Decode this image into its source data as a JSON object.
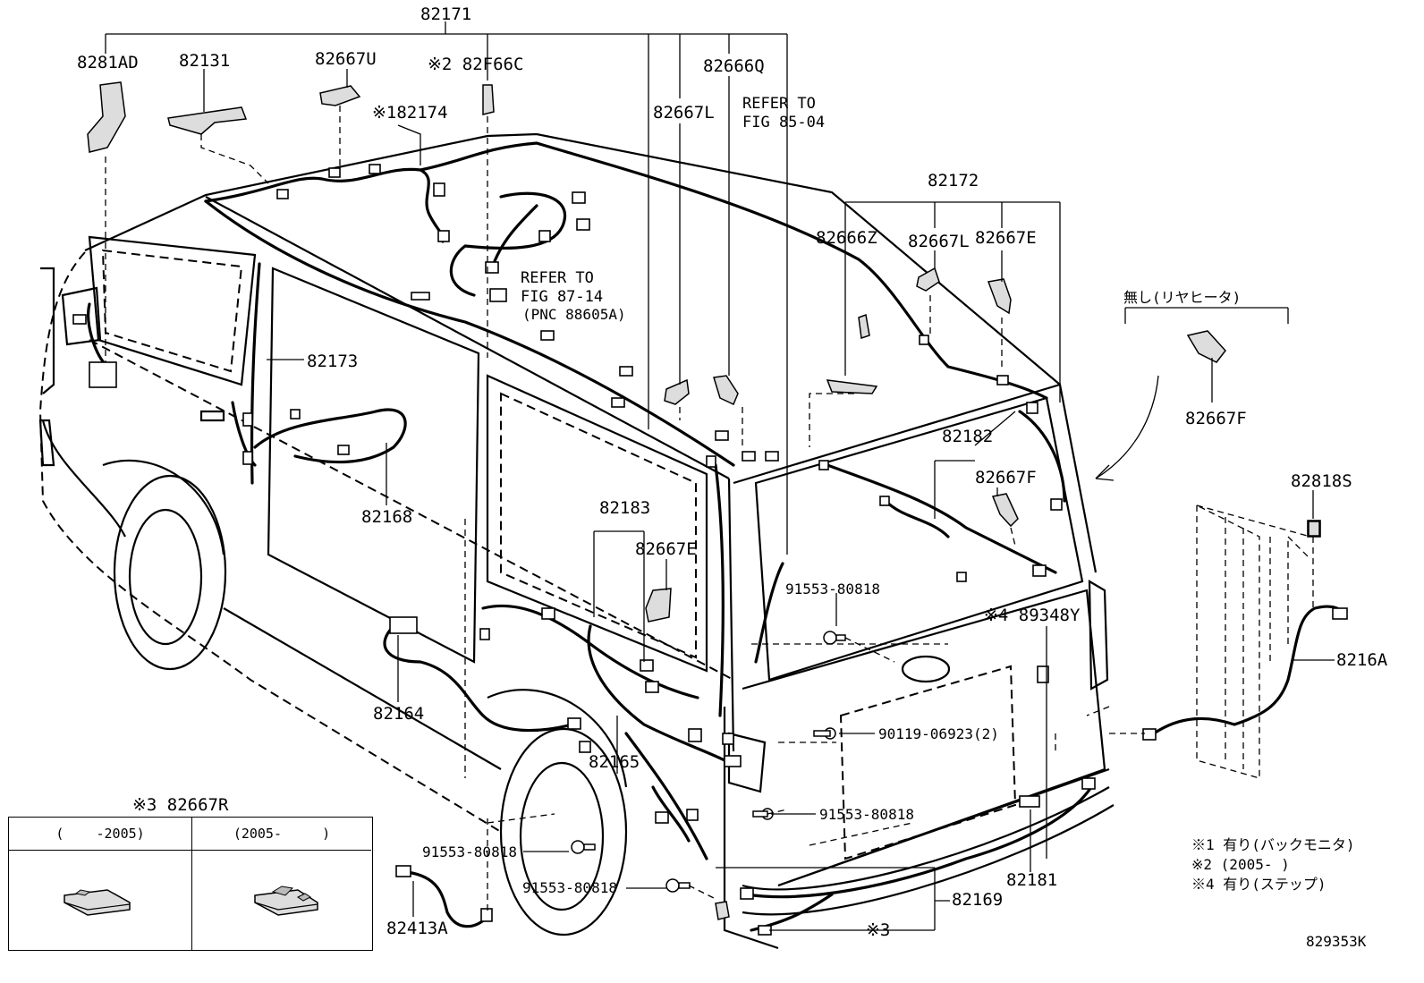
{
  "diagram": {
    "title": "82171",
    "labels": {
      "p82281AD": "8281AD",
      "p82131": "82131",
      "p82667U": "82667U",
      "p82F66C": "※2 82F66C",
      "p82174": "※182174",
      "p82666Q": "82666Q",
      "p82667L_a": "82667L",
      "p82173": "82173",
      "p82168": "82168",
      "p82183": "82183",
      "p82667E_a": "82667E",
      "p82164": "82164",
      "p82165": "82165",
      "p82172": "82172",
      "p82666Z": "82666Z",
      "p82667L_b": "82667L",
      "p82667E_b": "82667E",
      "p82182": "82182",
      "p82667F_a": "82667F",
      "p82667F_b": "82667F",
      "p82818S": "82818S",
      "p8216A": "8216A",
      "p89348Y": "※4 89348Y",
      "p82181": "82181",
      "p82169": "82169",
      "p82413A": "82413A",
      "p3note": "※3",
      "p82667R": "※3 82667R"
    },
    "bolts": {
      "b1": "91553-80818",
      "b2": "90119-06923(2)",
      "b3": "91553-80818",
      "b4": "91553-80818",
      "b5": "91553-80818"
    },
    "refer": {
      "r1_line1": "REFER TO",
      "r1_line2": "FIG 85-04",
      "r2_line1": "REFER TO",
      "r2_line2": "FIG 87-14",
      "r2_line3": "(PNC 88605A)"
    },
    "rear_heater_note": "無し(リヤヒータ)",
    "footnotes": {
      "n1": "※1 有り(バックモニタ)",
      "n2": "※2 (2005-      )",
      "n4": "※4 有り(ステップ)"
    },
    "inset": {
      "left_header": "(    -2005)",
      "right_header": "(2005-     )"
    },
    "illustration_id": "829353K"
  }
}
